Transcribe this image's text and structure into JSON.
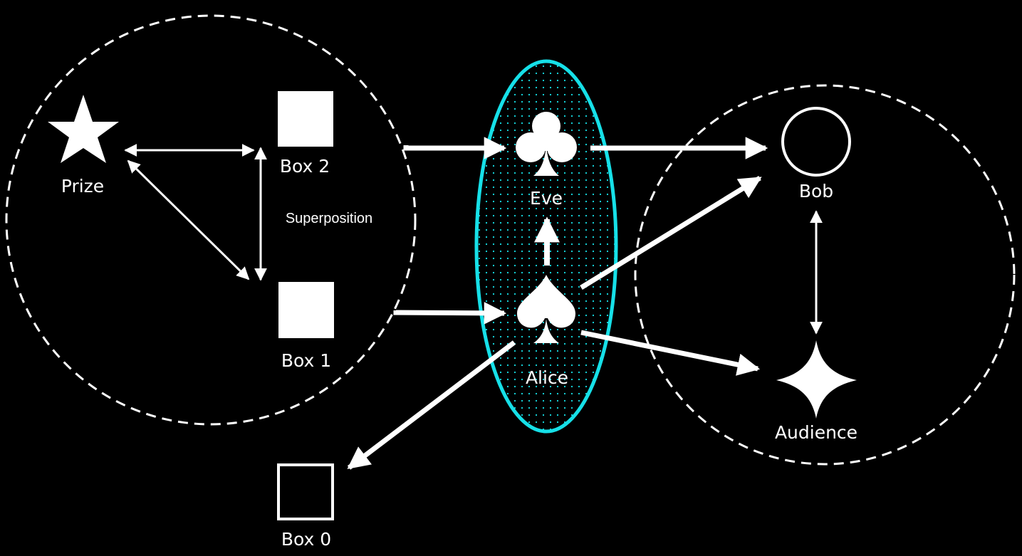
{
  "labels": {
    "prize": "Prize",
    "box2": "Box 2",
    "box1": "Box 1",
    "box0": "Box 0",
    "superposition": "Superposition",
    "eve": "Eve",
    "alice": "Alice",
    "bob": "Bob",
    "audience": "Audience"
  },
  "colors": {
    "background": "#000000",
    "foreground": "#ffffff",
    "accent": "#16e0e8"
  },
  "icons": {
    "prize": "star-icon",
    "box2": "filled-square-icon",
    "box1": "filled-square-icon",
    "box0": "outline-square-icon",
    "eve": "club-suit-icon",
    "alice": "spade-suit-icon",
    "bob": "outline-circle-icon",
    "audience": "four-point-star-icon"
  }
}
